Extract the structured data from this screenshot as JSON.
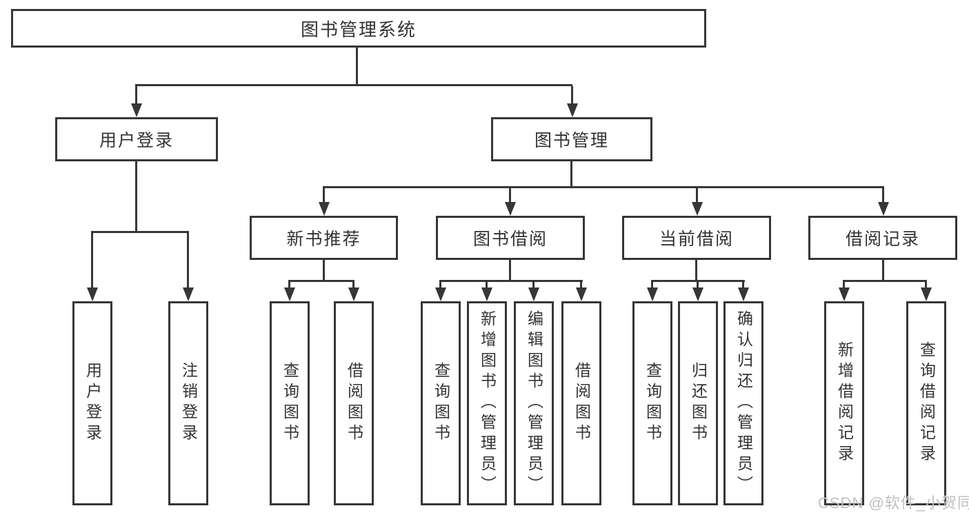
{
  "diagram": {
    "root": {
      "label": "图书管理系统"
    },
    "level2": [
      {
        "label": "用户登录"
      },
      {
        "label": "图书管理"
      }
    ],
    "level3": [
      {
        "label": "新书推荐"
      },
      {
        "label": "图书借阅"
      },
      {
        "label": "当前借阅"
      },
      {
        "label": "借阅记录"
      }
    ],
    "leaves": [
      {
        "label": "用户登录"
      },
      {
        "label": "注销登录"
      },
      {
        "label": "查询图书"
      },
      {
        "label": "借阅图书"
      },
      {
        "label": "查询图书"
      },
      {
        "label": "新增图书（管理员）"
      },
      {
        "label": "编辑图书（管理员）"
      },
      {
        "label": "借阅图书"
      },
      {
        "label": "查询图书"
      },
      {
        "label": "归还图书"
      },
      {
        "label": "确认归还（管理员）"
      },
      {
        "label": "新增借阅记录"
      },
      {
        "label": "查询借阅记录"
      }
    ]
  },
  "watermark": {
    "text": "CSDN @软件_小贺同学"
  },
  "colors": {
    "line": "#363636",
    "text": "#333333",
    "watermark": "#c0c0c0",
    "background": "#ffffff"
  }
}
